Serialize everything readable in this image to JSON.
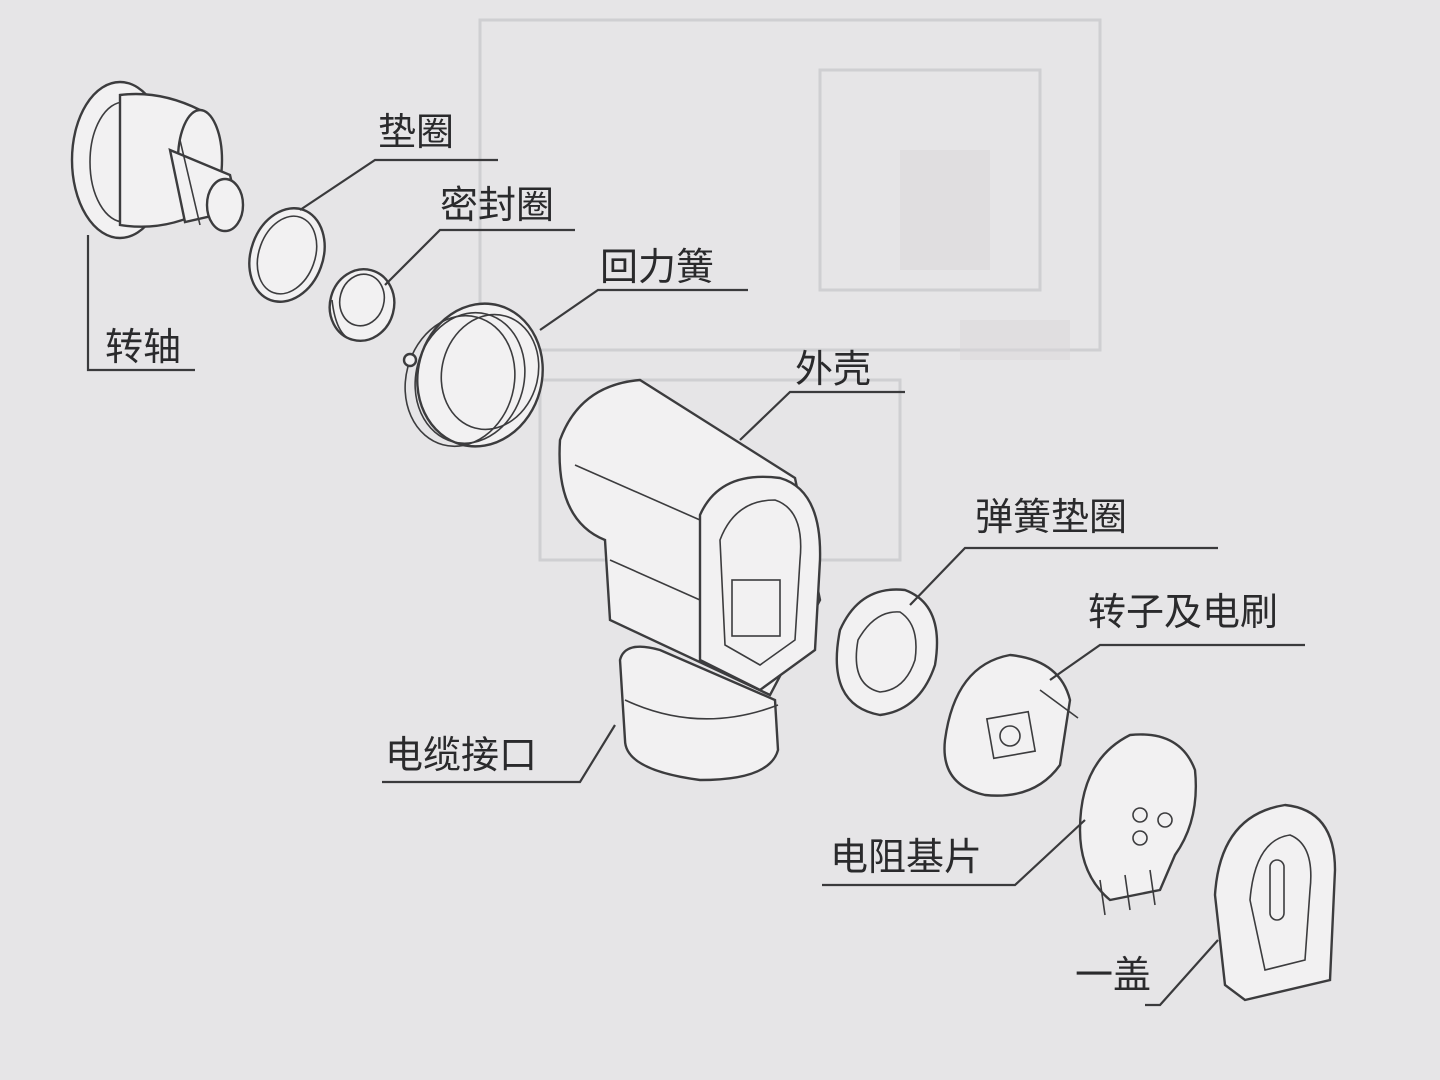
{
  "labels": {
    "rotating_shaft": "转轴",
    "washer": "垫圈",
    "seal_ring": "密封圈",
    "return_spring": "回力簧",
    "housing": "外壳",
    "spring_washer": "弹簧垫圈",
    "rotor_and_brush": "转子及电刷",
    "cable_connector": "电缆接口",
    "resistor_substrate": "电阻基片",
    "cover": "一盖"
  },
  "colors": {
    "paper": "#e6e5e7",
    "ink": "#2a2a2c"
  }
}
